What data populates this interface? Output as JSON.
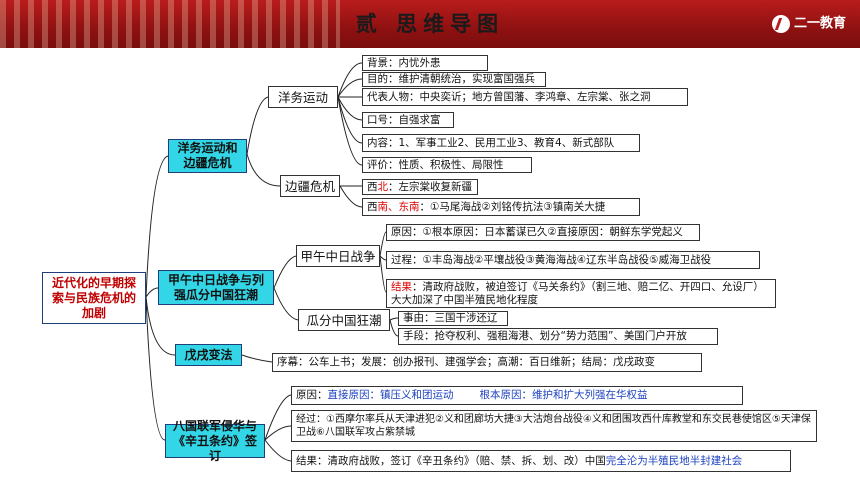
{
  "header": {
    "title": "贰  思维导图",
    "logo": "二一教育"
  },
  "root": "近代化的早期探索与民族危机的加剧",
  "branches": {
    "b1": "洋务运动和边疆危机",
    "b2": "甲午中日战争与列强瓜分中国狂潮",
    "b3": "戊戌变法",
    "b4": "八国联军侵华与《辛丑条约》签订"
  },
  "sub": {
    "yangwu": "洋务运动",
    "bianjiang": "边疆危机",
    "jiawu": "甲午中日战争",
    "guafen": "瓜分中国狂潮"
  },
  "yangwu_items": {
    "bg": "背景：内忧外患",
    "goal": "目的：维护清朝统治，实现富国强兵",
    "people": "代表人物：中央奕䜣；地方曾国藩、李鸿章、左宗棠、张之洞",
    "slogan": "口号：自强求富",
    "content": "内容：1、军事工业2、民用工业3、教育4、新式部队",
    "eval": "评价：性质、积极性、局限性"
  },
  "bianjiang_items": {
    "nw_a": "西",
    "nw_b": "北",
    "nw_c": "：左宗棠收复新疆",
    "se_a": "西",
    "se_b": "南、东南",
    "se_c": "：①马尾海战②刘铭传抗法③镇南关大捷"
  },
  "jiawu_items": {
    "cause": "原因：①根本原因：日本蓄谋已久②直接原因：朝鲜东学党起义",
    "process": "过程：①丰岛海战②平壤战役③黄海海战④辽东半岛战役⑤威海卫战役",
    "result_a": "结果",
    "result_b": "：清政府战败，被迫签订《马关条约》（割三地、赔二亿、开四口、允设厂）",
    "result_c": "大大加深了中国半殖民地化程度"
  },
  "guafen_items": {
    "event": "事由：三国干涉还辽",
    "means": "手段：抢夺权利、强租海港、划分“势力范围”、美国门户开放"
  },
  "wuxu_item": "序幕：公车上书；发展：创办报刊、建强学会；高潮：百日维新；结局：戊戌政变",
  "baguo_items": {
    "cause_a": "原因：",
    "cause_b": "直接原因：镇压义和团运动",
    "cause_c": "根本原因：维护和扩大列强在华权益",
    "process": "经过：①西摩尔率兵从天津进犯②义和团廊坊大捷③大沽炮台战役④义和团围攻西什库教堂和东交民巷使馆区⑤天津保卫战⑥八国联军攻占紫禁城",
    "result_a": "结果：清政府战败，签订《辛丑条约》（赔、禁、拆、划、改）中国",
    "result_b": "完全沦为半殖民地半封建社会"
  }
}
